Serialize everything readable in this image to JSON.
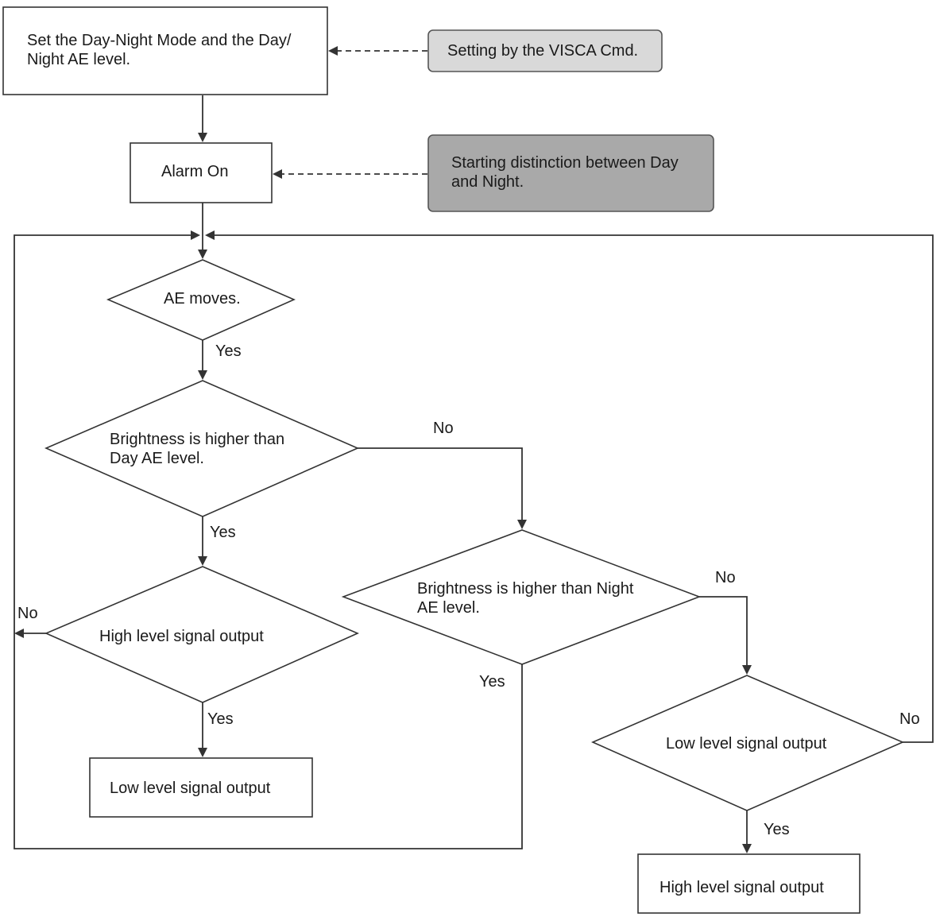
{
  "nodes": {
    "set_mode": {
      "line1": "Set the Day-Night Mode and the Day/",
      "line2": "Night AE level."
    },
    "visca_note": {
      "text": "Setting by the VISCA Cmd."
    },
    "alarm_on": {
      "text": "Alarm On"
    },
    "distinction_note": {
      "line1": "Starting distinction between Day",
      "line2": "and Night."
    },
    "ae_moves": {
      "text": "AE moves."
    },
    "brightness_day": {
      "line1": "Brightness is higher than",
      "line2": "Day AE level."
    },
    "brightness_night": {
      "line1": "Brightness is higher than Night",
      "line2": "AE level."
    },
    "high_output_check": {
      "text": "High level signal output"
    },
    "low_output_box": {
      "text": "Low level signal output"
    },
    "low_output_check": {
      "text": "Low level signal output"
    },
    "high_output_box": {
      "text": "High level signal output"
    }
  },
  "edge_labels": {
    "ae_yes": "Yes",
    "day_no": "No",
    "day_yes": "Yes",
    "high_check_no": "No",
    "high_check_yes": "Yes",
    "night_no": "No",
    "night_yes": "Yes",
    "low_check_no": "No",
    "low_check_yes": "Yes"
  },
  "colors": {
    "note_light": "#d9d9d9",
    "note_dark": "#a9a9a9",
    "stroke": "#333333"
  }
}
